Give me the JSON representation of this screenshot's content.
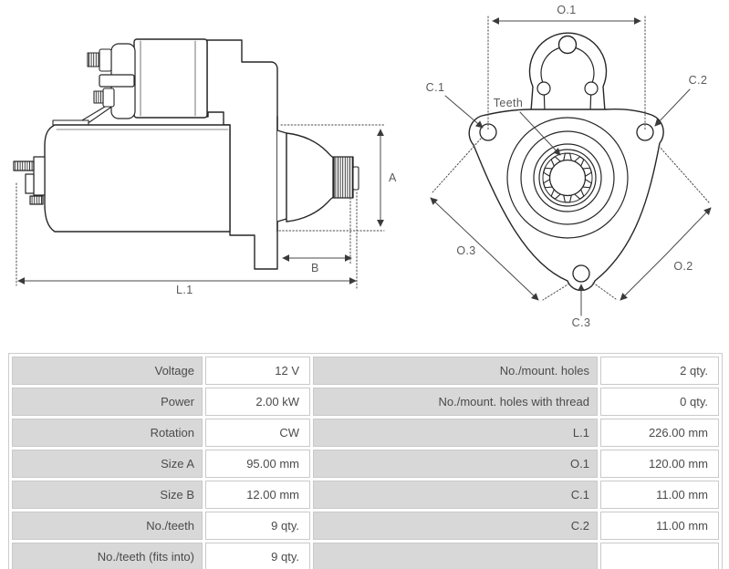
{
  "diagram": {
    "side": {
      "dim_a": "A",
      "dim_b": "B",
      "dim_l1": "L.1"
    },
    "front": {
      "dim_o1": "O.1",
      "dim_o2": "O.2",
      "dim_o3": "O.3",
      "dim_c1": "C.1",
      "dim_c2": "C.2",
      "dim_c3": "C.3",
      "teeth_label": "Teeth"
    }
  },
  "colors": {
    "outline": "#262626",
    "dimension_line": "#4a4a4a",
    "dim_label_text": "#5a5a5a",
    "table_label_bg": "#d8d8d8",
    "table_border": "#c9c9c9",
    "table_text": "#4b4b4b"
  },
  "table": {
    "rows": [
      {
        "l1": "Voltage",
        "v1": "12 V",
        "l2": "No./mount. holes",
        "v2": "2 qty."
      },
      {
        "l1": "Power",
        "v1": "2.00 kW",
        "l2": "No./mount. holes with thread",
        "v2": "0 qty."
      },
      {
        "l1": "Rotation",
        "v1": "CW",
        "l2": "L.1",
        "v2": "226.00 mm"
      },
      {
        "l1": "Size A",
        "v1": "95.00 mm",
        "l2": "O.1",
        "v2": "120.00 mm"
      },
      {
        "l1": "Size B",
        "v1": "12.00 mm",
        "l2": "C.1",
        "v2": "11.00 mm"
      },
      {
        "l1": "No./teeth",
        "v1": "9 qty.",
        "l2": "C.2",
        "v2": "11.00 mm"
      },
      {
        "l1": "No./teeth (fits into)",
        "v1": "9 qty.",
        "l2": "",
        "v2": ""
      }
    ]
  }
}
